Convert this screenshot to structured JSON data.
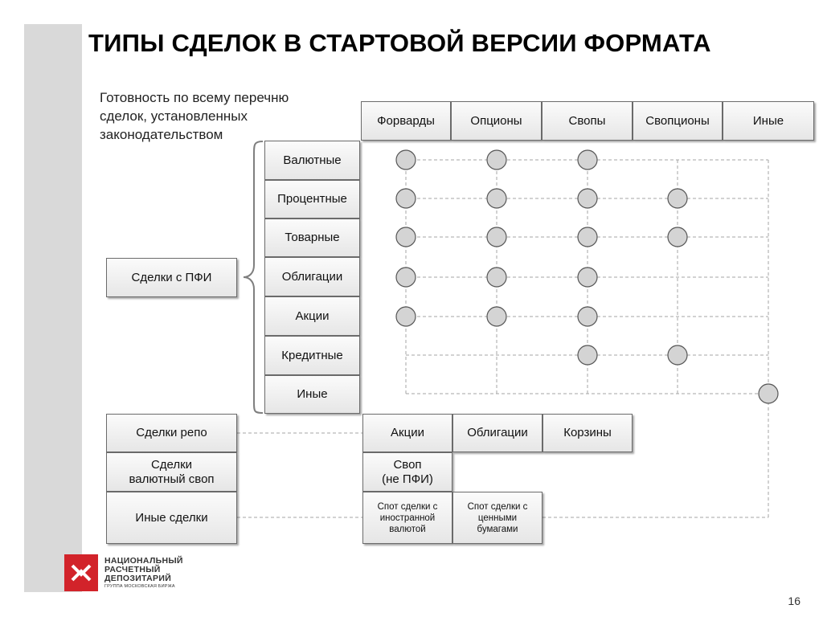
{
  "slide": {
    "title": "ТИПЫ СДЕЛОК В СТАРТОВОЙ ВЕРСИИ ФОРМАТА",
    "intro_lines": [
      "Готовность по всему перечню",
      "сделок, установленных",
      "законодательством"
    ],
    "page_number": "16"
  },
  "columns": [
    "Форварды",
    "Опционы",
    "Свопы",
    "Свопционы",
    "Иные"
  ],
  "group_label": "Сделки с ПФИ",
  "rows": [
    "Валютные",
    "Процентные",
    "Товарные",
    "Облигации",
    "Акции",
    "Кредитные",
    "Иные"
  ],
  "readiness": [
    [
      1,
      1,
      1,
      0,
      0
    ],
    [
      1,
      1,
      1,
      1,
      0
    ],
    [
      1,
      1,
      1,
      1,
      0
    ],
    [
      1,
      1,
      1,
      0,
      0
    ],
    [
      1,
      1,
      1,
      0,
      0
    ],
    [
      0,
      0,
      1,
      1,
      0
    ],
    [
      0,
      0,
      0,
      0,
      1
    ]
  ],
  "other_deals": {
    "repo": "Сделки репо",
    "fx_swap": [
      "Сделки",
      "валютный своп"
    ],
    "other": "Иные сделки"
  },
  "repo_types": [
    "Акции",
    "Облигации",
    "Корзины"
  ],
  "swap_non_pfi": [
    "Своп",
    "(не  ПФИ)"
  ],
  "spot_deals": [
    [
      "Спот сделки с",
      "иностранной",
      "валютой"
    ],
    [
      "Спот сделки с",
      "ценными",
      "бумагами"
    ]
  ],
  "logo": {
    "lines": [
      "НАЦИОНАЛЬНЫЙ",
      "РАСЧЕТНЫЙ",
      "ДЕПОЗИТАРИЙ"
    ],
    "subtitle": "ГРУППА МОСКОВСКАЯ БИРЖА"
  },
  "colors": {
    "logo_red": "#d2232a",
    "box_border": "#6b6b6b",
    "sidebar": "#d9d9d9"
  }
}
